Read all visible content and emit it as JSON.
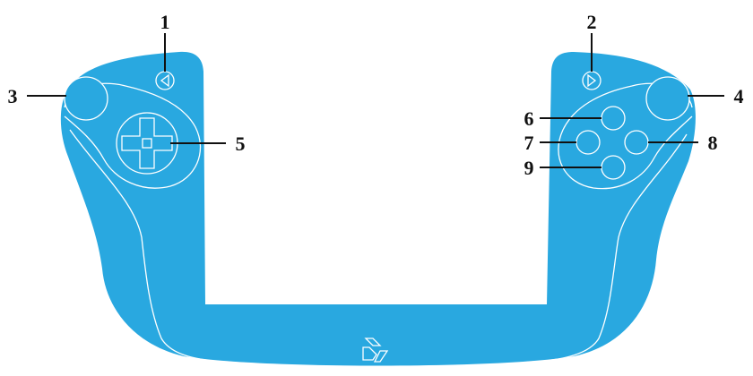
{
  "colors": {
    "body": "#29a8e0",
    "outline": "#ffffff",
    "label": "#111111",
    "background": "#ffffff"
  },
  "callouts": {
    "c1": "1",
    "c2": "2",
    "c3": "3",
    "c4": "4",
    "c5": "5",
    "c6": "6",
    "c7": "7",
    "c8": "8",
    "c9": "9"
  },
  "icons": {
    "left_select": "triangle-left-icon",
    "right_start": "triangle-right-icon",
    "logo": "logo-icon"
  }
}
